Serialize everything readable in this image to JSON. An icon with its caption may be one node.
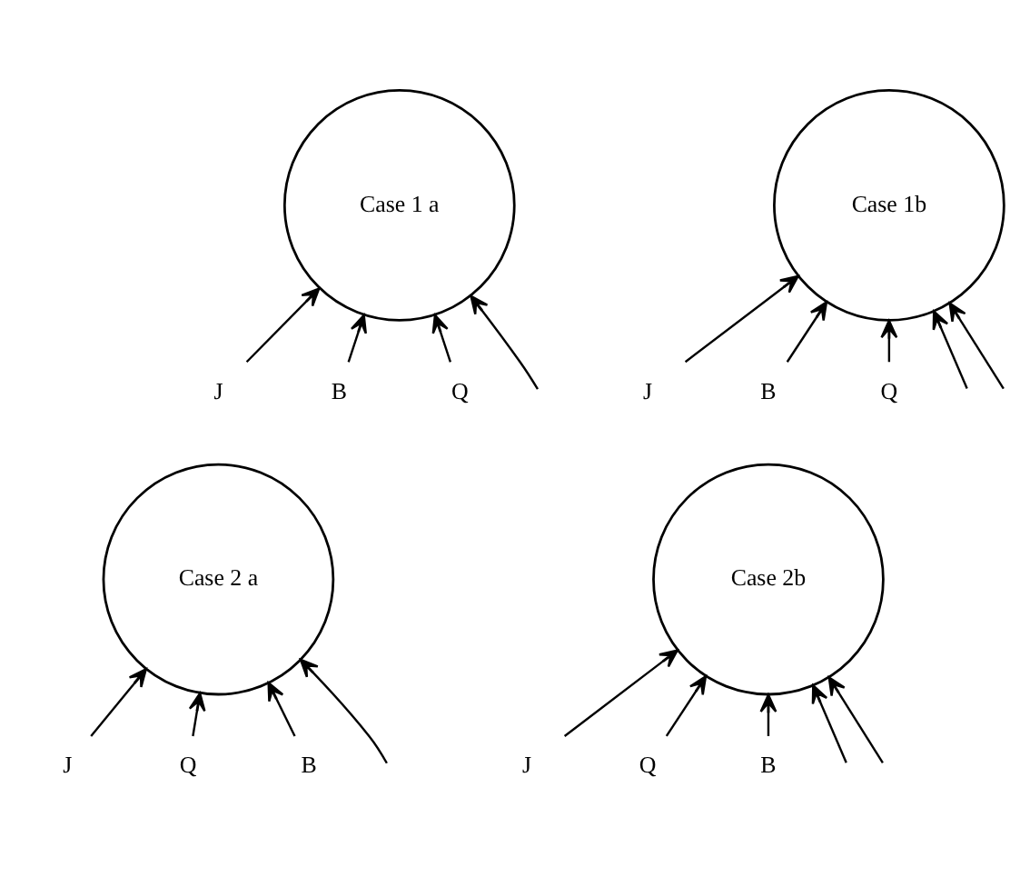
{
  "diagram": {
    "nodes": [
      {
        "text": [
          "Case 1 a"
        ]
      },
      {
        "text": [
          "Case 1b"
        ]
      },
      {
        "text": [
          "J"
        ]
      },
      {
        "text": [
          "B"
        ]
      },
      {
        "text": [
          "Q"
        ]
      },
      {
        "text": [
          "J"
        ]
      },
      {
        "text": [
          "B"
        ]
      },
      {
        "text": [
          "Q"
        ]
      },
      {
        "text": [
          "Case 2 a"
        ]
      },
      {
        "text": [
          "Case 2b"
        ]
      },
      {
        "text": [
          "J"
        ]
      },
      {
        "text": [
          "Q"
        ]
      },
      {
        "text": [
          "B"
        ]
      },
      {
        "text": [
          "J"
        ]
      },
      {
        "text": [
          "Q"
        ]
      },
      {
        "text": [
          "B"
        ]
      }
    ],
    "edges": [
      {
        "from": 2,
        "to": 0,
        "arrow": "to"
      },
      {
        "from": null,
        "to": 0,
        "arrow": "to"
      },
      {
        "from": 3,
        "to": 0,
        "arrow": "to"
      },
      {
        "from": 4,
        "to": 0,
        "arrow": "to"
      },
      {
        "from": 6,
        "to": 1,
        "arrow": "to"
      },
      {
        "from": 7,
        "to": 1,
        "arrow": "to"
      },
      {
        "from": null,
        "to": 1,
        "arrow": "to"
      },
      {
        "from": null,
        "to": 1,
        "arrow": "to"
      },
      {
        "from": 5,
        "to": 1,
        "arrow": "to"
      },
      {
        "from": 11,
        "to": 8,
        "arrow": "to"
      },
      {
        "from": 12,
        "to": 8,
        "arrow": "to"
      },
      {
        "from": null,
        "to": 8,
        "arrow": "to"
      },
      {
        "from": 10,
        "to": 8,
        "arrow": "to"
      },
      {
        "from": 13,
        "to": 9,
        "arrow": "to"
      },
      {
        "from": null,
        "to": 9,
        "arrow": "to"
      },
      {
        "from": null,
        "to": 9,
        "arrow": "to"
      },
      {
        "from": 14,
        "to": 9,
        "arrow": "to"
      },
      {
        "from": 15,
        "to": 9,
        "arrow": "to"
      }
    ]
  }
}
